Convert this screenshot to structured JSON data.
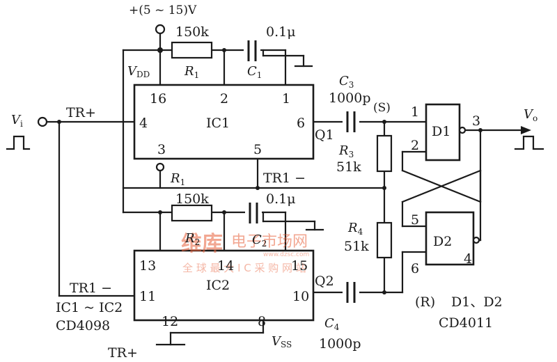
{
  "supply": {
    "label": "+(5 ~ 15)V"
  },
  "ic1": {
    "name": "IC1",
    "vdd_label": "V",
    "vdd_sub": "DD",
    "pins": {
      "p16": "16",
      "p2": "2",
      "p1": "1",
      "p4": "4",
      "p6": "6",
      "p3": "3",
      "p5": "5"
    },
    "q_label": "Q1"
  },
  "ic2": {
    "name": "IC2",
    "vss_label": "V",
    "vss_sub": "SS",
    "pins": {
      "p13": "13",
      "p14": "14",
      "p15": "15",
      "p11": "11",
      "p10": "10",
      "p12": "12",
      "p8": "8"
    },
    "q_label": "Q2"
  },
  "resistors": {
    "r1_top": {
      "value": "150k",
      "name": "R",
      "sub": "1"
    },
    "r1_bottom": {
      "name": "R",
      "sub": "1"
    },
    "r2": {
      "value": "150k",
      "name": "R",
      "sub": "2"
    },
    "r3": {
      "value": "51k",
      "name": "R",
      "sub": "3"
    },
    "r4": {
      "value": "51k",
      "name": "R",
      "sub": "4"
    }
  },
  "capacitors": {
    "c1": {
      "value": "0.1μ",
      "name": "C",
      "sub": "1"
    },
    "c2": {
      "value": "0.1μ",
      "name": "C",
      "sub": "2"
    },
    "c3": {
      "value": "1000p",
      "name": "C",
      "sub": "3"
    },
    "c4": {
      "value": "1000p",
      "name": "C",
      "sub": "4"
    }
  },
  "signals": {
    "vi": {
      "name": "V",
      "sub": "i"
    },
    "vo": {
      "name": "V",
      "sub": "o"
    },
    "tr_plus": "TR+",
    "tr1_minus_top": "TR1 −",
    "tr1_minus_left": "TR1 −",
    "tr_plus_bottom": "TR+",
    "s_label": "(S)",
    "r_label": "(R)"
  },
  "gates": {
    "d1": {
      "name": "D1",
      "pins": {
        "p1": "1",
        "p2": "2",
        "p3": "3"
      }
    },
    "d2": {
      "name": "D2",
      "pins": {
        "p5": "5",
        "p6": "6",
        "p4": "4"
      }
    }
  },
  "notes": {
    "ic_range": "IC1 ~ IC2",
    "ic_part": "CD4098",
    "gate_list": "D1、D2",
    "gate_part": "CD4011"
  },
  "watermark": {
    "brand": "维库",
    "brand_tail": "电子市场网",
    "url": "www.dzsc.com",
    "slogan": "全 球 最 大 I C 采 购 网 站"
  }
}
